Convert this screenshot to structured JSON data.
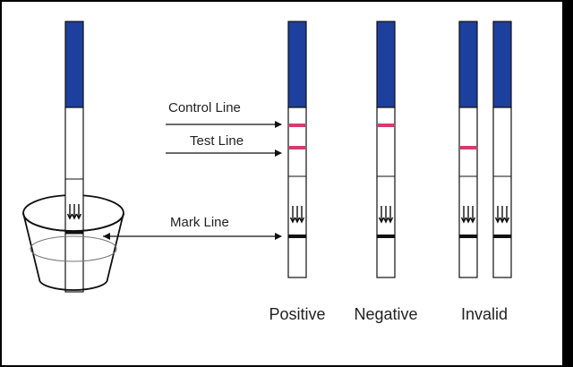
{
  "annotations": {
    "control_line": "Control Line",
    "test_line": "Test Line",
    "mark_line": "Mark Line"
  },
  "results": {
    "positive": "Positive",
    "negative": "Negative",
    "invalid": "Invalid"
  },
  "strips": [
    {
      "result": "positive",
      "control_line": true,
      "test_line": true
    },
    {
      "result": "negative",
      "control_line": true,
      "test_line": false
    },
    {
      "result": "invalid",
      "control_line": false,
      "test_line": true
    },
    {
      "result": "invalid",
      "control_line": false,
      "test_line": false
    }
  ],
  "colors": {
    "background": "#ffffff",
    "strip_handle": "#1d3f9e",
    "indicator_line": "#d63b6f",
    "outline": "#111111"
  }
}
